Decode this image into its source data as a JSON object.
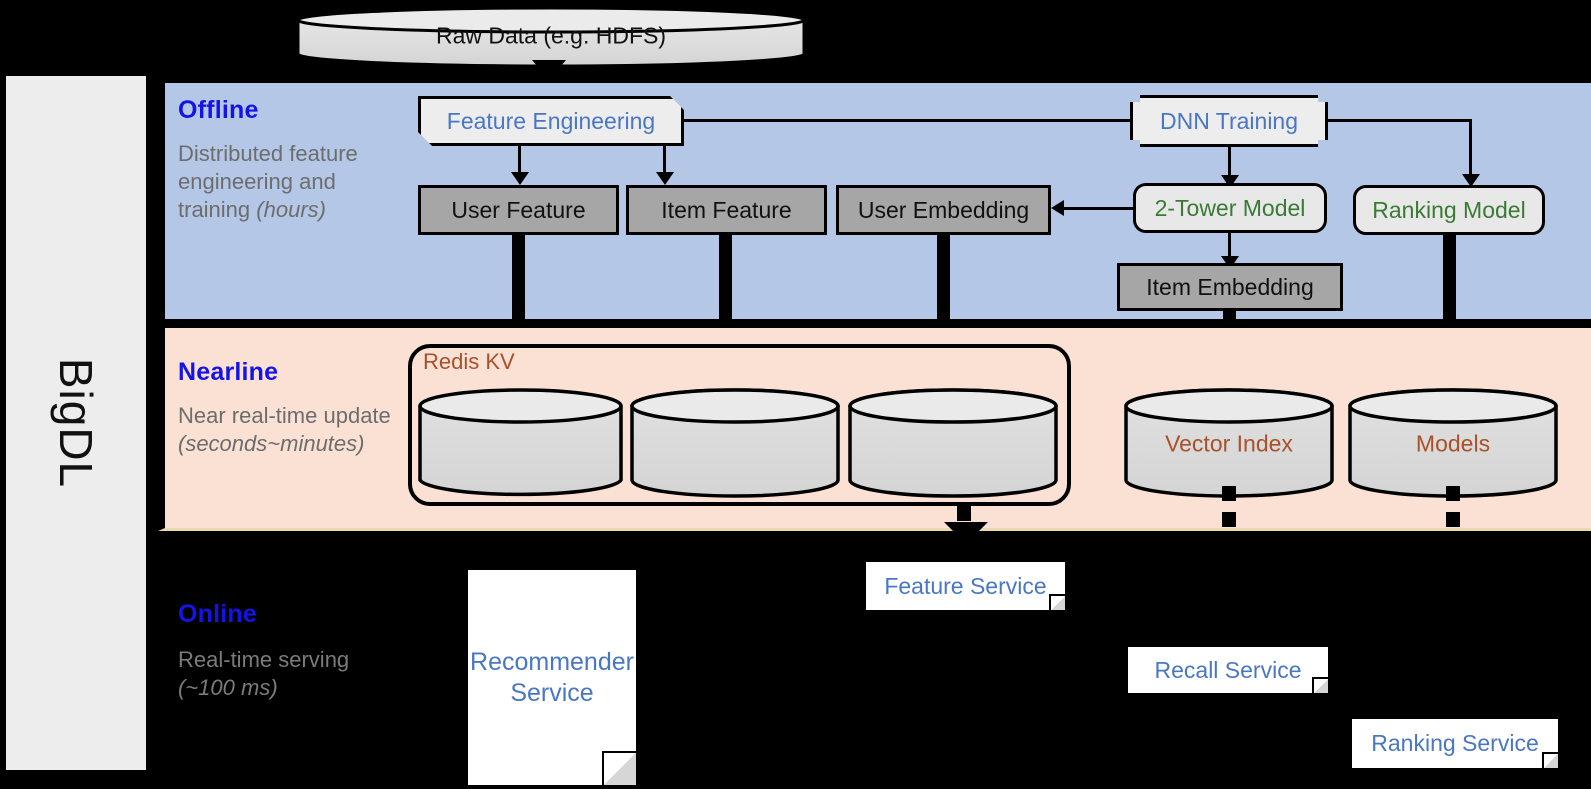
{
  "framework": {
    "name": "BigDL"
  },
  "bands": [
    {
      "id": "offline",
      "title": "Offline",
      "desc_line1": "Distributed feature engineering and training ",
      "desc_em": "(hours)"
    },
    {
      "id": "nearline",
      "title": "Nearline",
      "desc_line1": "Near real-time update ",
      "desc_em": "(seconds~minutes)"
    },
    {
      "id": "online",
      "title": "Online",
      "desc_line1": "Real-time serving ",
      "desc_em": "(~100 ms)"
    }
  ],
  "source": {
    "label": "Raw Data (e.g. HDFS)"
  },
  "offline": {
    "feature_engineering": "Feature Engineering",
    "dnn_training": "DNN Training",
    "user_feature": "User Feature",
    "item_feature": "Item Feature",
    "user_embedding": "User Embedding",
    "two_tower_model": "2-Tower Model",
    "ranking_model": "Ranking Model",
    "item_embedding": "Item Embedding"
  },
  "nearline": {
    "redis_kv": "Redis KV",
    "stores": [
      "",
      "",
      ""
    ],
    "vector_index": "Vector Index",
    "models": "Models"
  },
  "online": {
    "recommender_service": "Recommender Service",
    "feature_service": "Feature Service",
    "recall_service": "Recall Service",
    "ranking_service": "Ranking Service"
  },
  "colors": {
    "offline_band": "#b4c7e7",
    "nearline_band": "#fae1d4",
    "online_band": "#000000",
    "band_title": "#1414e6",
    "band_desc": "#6d6d6d",
    "blue_text": "#4a77c4",
    "green_text": "#3a7a34",
    "rust_text": "#a8512a",
    "gray_box": "#a6a6a6",
    "light_box": "#e8e8e8",
    "rail": "#ededed"
  }
}
